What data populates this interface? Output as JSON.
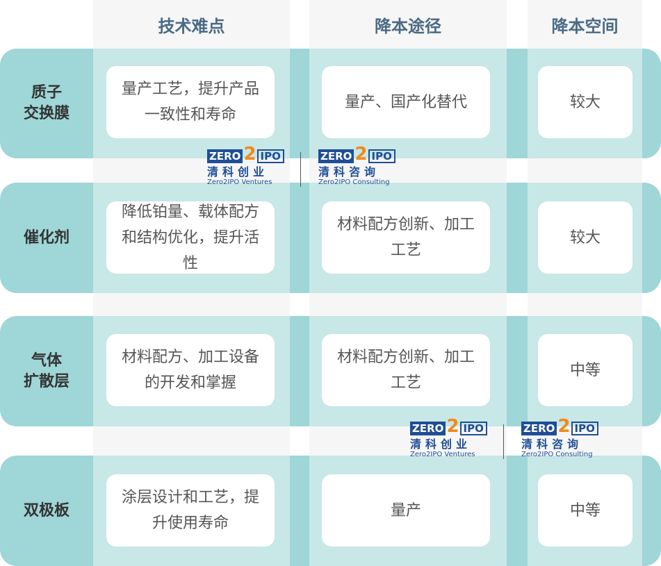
{
  "headers": [
    "技术难点",
    "降本途径",
    "降本空间"
  ],
  "rows": [
    {
      "label": "质子\n交换膜",
      "difficulty": "量产工艺，提升产品一致性和寿命",
      "path": "量产、国产化替代",
      "space": "较大"
    },
    {
      "label": "催化剂",
      "difficulty": "降低铂量、载体配方和结构优化，提升活性",
      "path": "材料配方创新、加工工艺",
      "space": "较大"
    },
    {
      "label": "气体\n扩散层",
      "difficulty": "材料配方、加工设备的开发和掌握",
      "path": "材料配方创新、加工工艺",
      "space": "中等"
    },
    {
      "label": "双极板",
      "difficulty": "涂层设计和工艺，提升使用寿命",
      "path": "量产",
      "space": "中等"
    }
  ],
  "watermarks": {
    "ventures": {
      "logo_left": "ZERO",
      "logo_mid": "2",
      "logo_right": "IPO",
      "cn": "清科创业",
      "en": "Zero2IPO Ventures"
    },
    "consulting": {
      "logo_left": "ZERO",
      "logo_mid": "2",
      "logo_right": "IPO",
      "cn": "清科咨询",
      "en": "Zero2IPO Consulting"
    }
  },
  "colors": {
    "band_dark": "#9fd6d8",
    "band_light": "#c8e7e7",
    "header_text": "#4a6a85",
    "logo_blue": "#1f4e96",
    "logo_orange": "#f08a1c"
  }
}
